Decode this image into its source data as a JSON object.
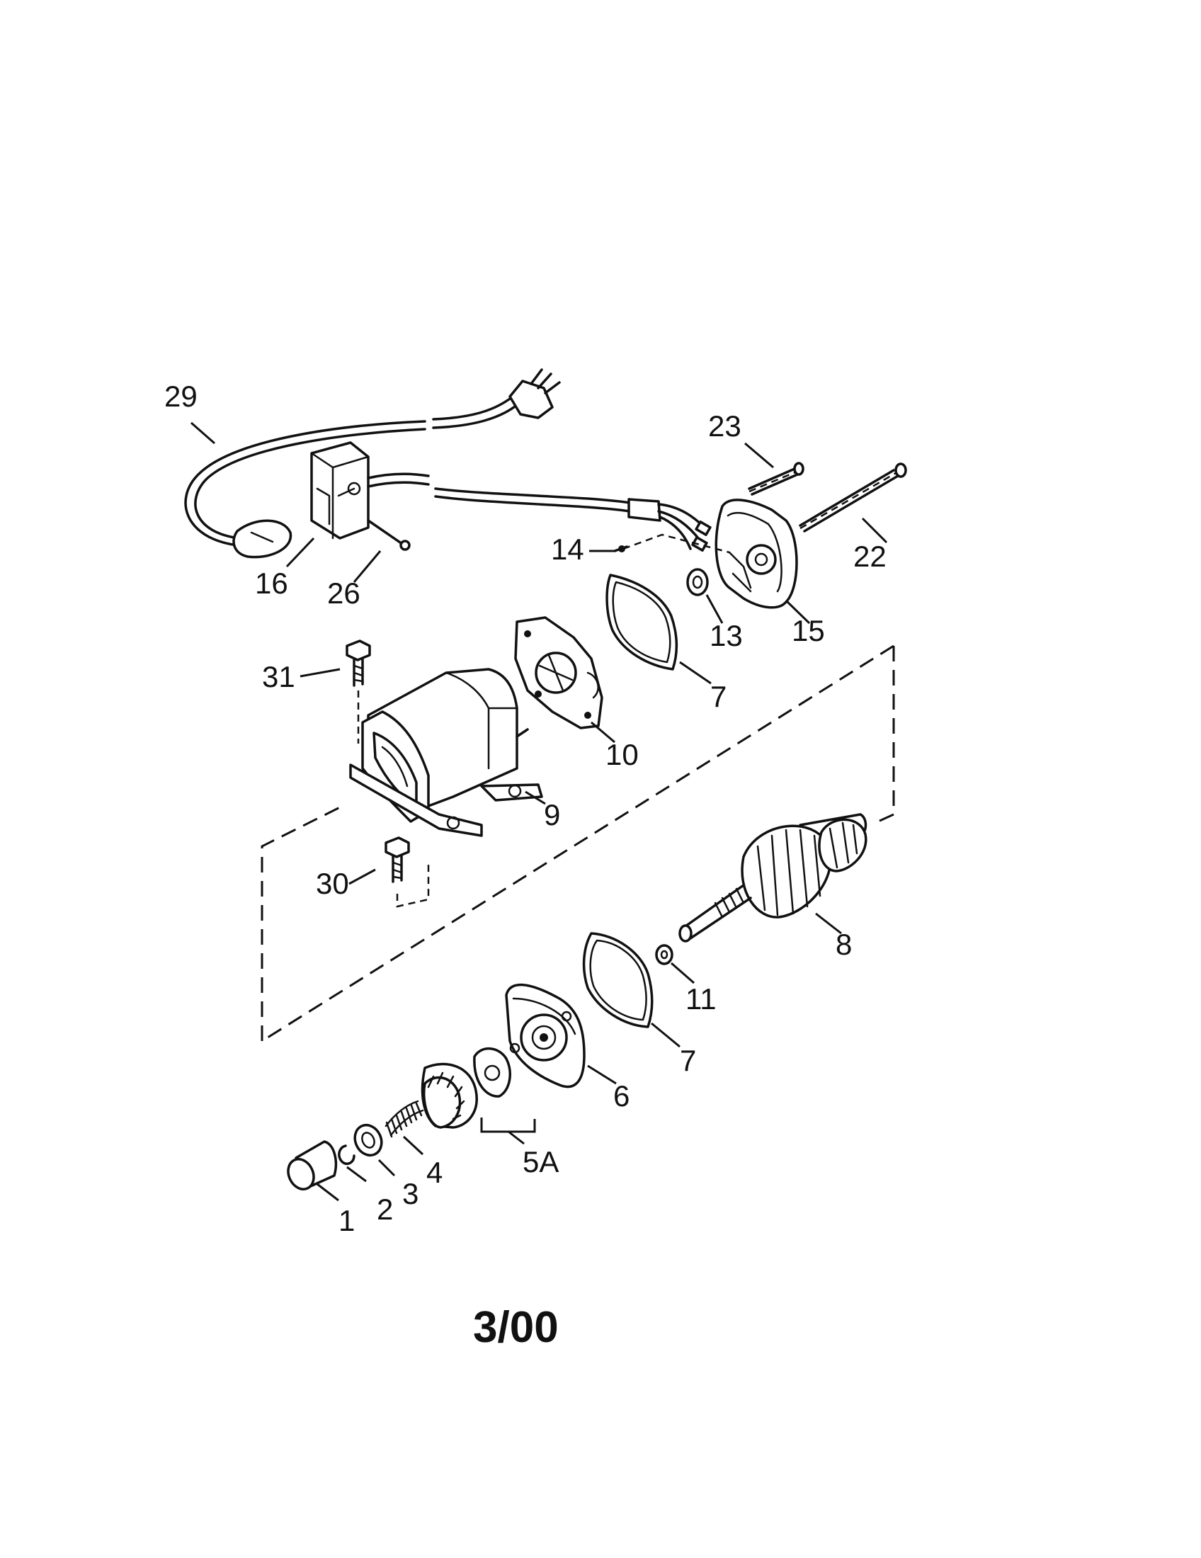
{
  "diagram": {
    "date_stamp": "3/00",
    "callouts": {
      "c1": "1",
      "c2": "2",
      "c3": "3",
      "c4": "4",
      "c5a": "5A",
      "c6": "6",
      "c7a": "7",
      "c7b": "7",
      "c8": "8",
      "c9": "9",
      "c10": "10",
      "c11": "11",
      "c13": "13",
      "c14": "14",
      "c15": "15",
      "c16": "16",
      "c22": "22",
      "c23": "23",
      "c26": "26",
      "c29": "29",
      "c30": "30",
      "c31": "31"
    }
  }
}
